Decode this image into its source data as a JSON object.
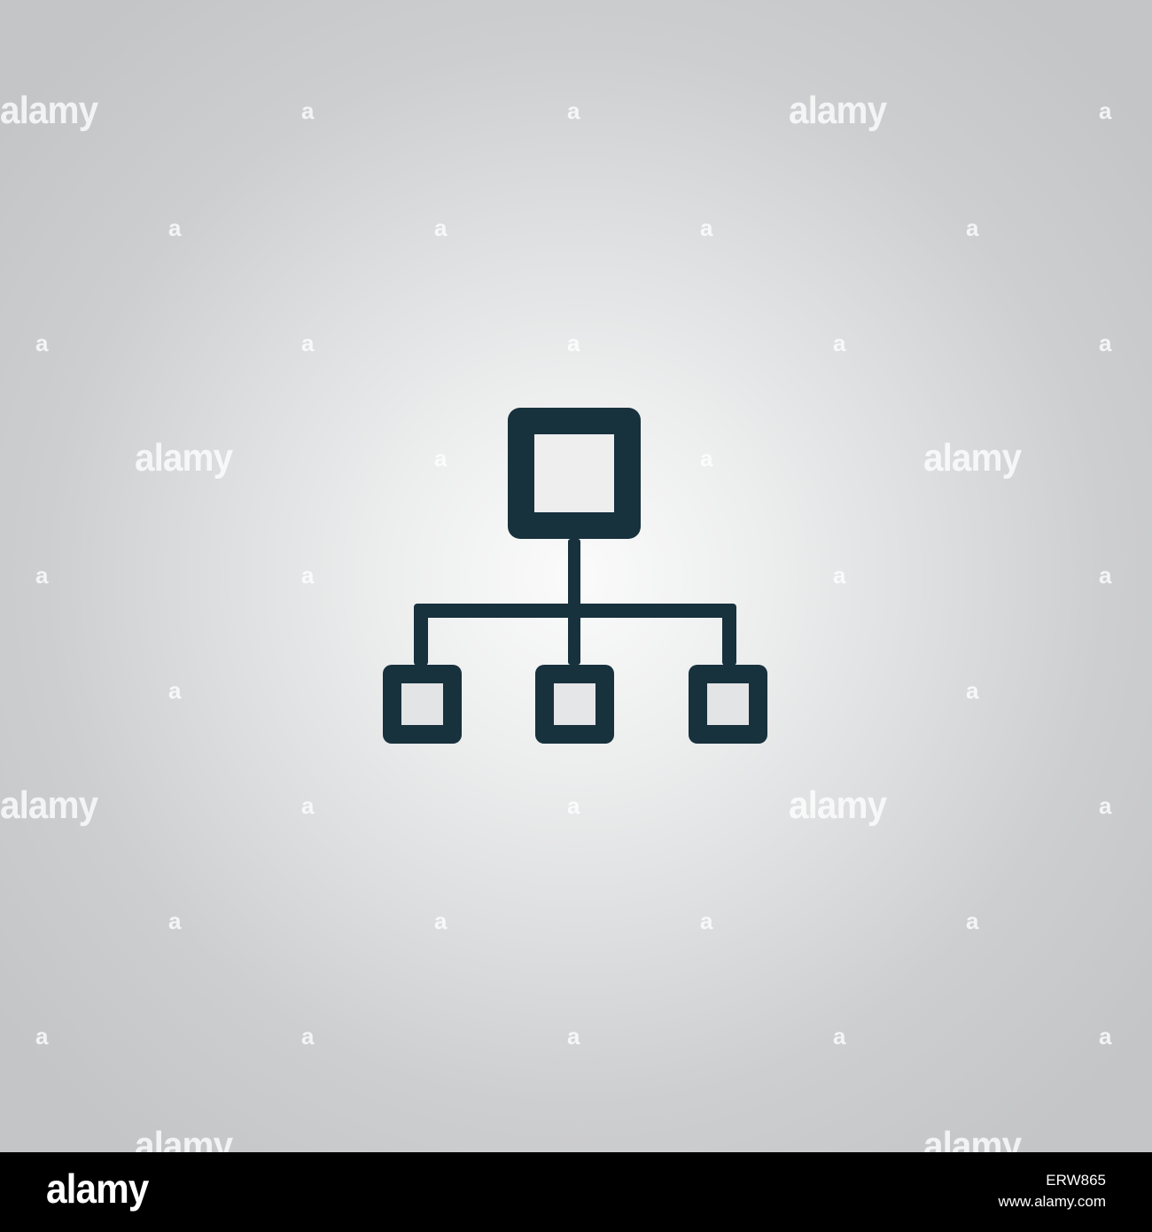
{
  "watermark": {
    "word": "alamy",
    "letter": "a"
  },
  "icon": {
    "name": "hierarchy-icon",
    "color": "#17313d"
  },
  "footer": {
    "logo": "alamy",
    "image_id": "ERW865",
    "site": "www.alamy.com"
  },
  "colors": {
    "background_center": "#fbfbfb",
    "background_edge": "#c4c5c7",
    "footer": "#000000",
    "watermark": "#ffffff"
  }
}
